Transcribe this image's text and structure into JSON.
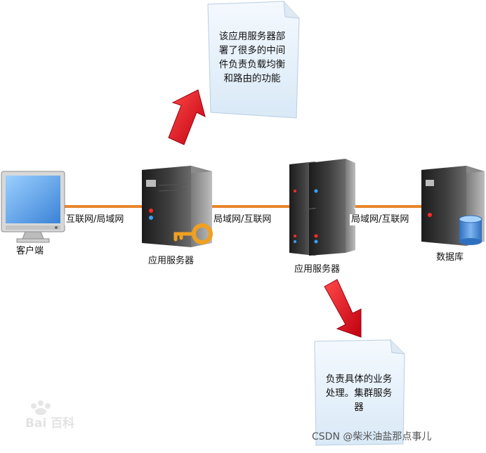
{
  "nodes": {
    "client": {
      "label": "客户端"
    },
    "app_server_1": {
      "label": "应用服务器"
    },
    "app_server_cluster": {
      "label": "应用服务器"
    },
    "database": {
      "label": "数据库"
    }
  },
  "links": [
    {
      "label": "互联网/局域网"
    },
    {
      "label": "局域网/互联网"
    },
    {
      "label": "局域网/互联网"
    }
  ],
  "notes": {
    "top": [
      "该应用服务器部",
      "署了很多的中间",
      "件负责负载均衡",
      "和路由的功能"
    ],
    "bottom": [
      "负责具体的业务",
      "处理。集群服务",
      "器"
    ]
  },
  "watermarks": {
    "left": "Bai 百科",
    "right": "CSDN @柴米油盐那点事儿"
  },
  "colors": {
    "link_line": "#e8852a",
    "arrow_red": "#e0001a",
    "note_fill": "#eaf3fb",
    "server_dark": "#2e2e2e",
    "monitor_screen": "#5aa0e6",
    "db_cylinder": "#4a8fd6",
    "key": "#f0a020"
  }
}
